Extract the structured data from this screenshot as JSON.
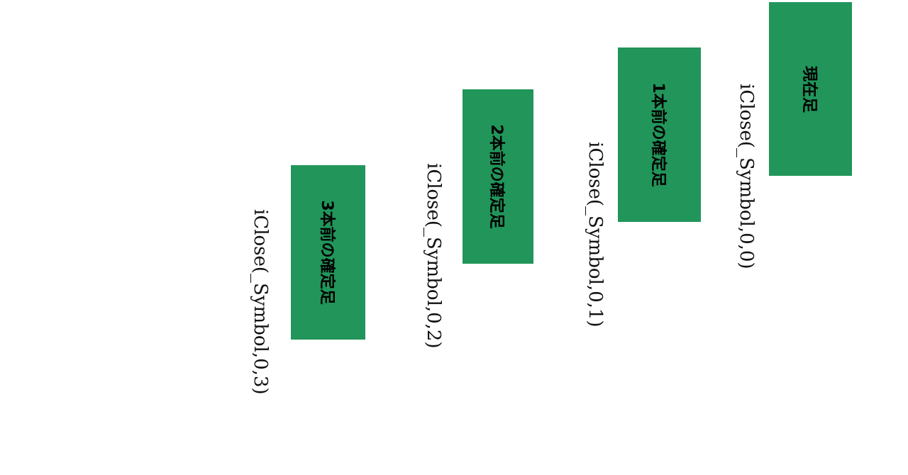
{
  "colors": {
    "box_fill": "#21955a",
    "background": "#ffffff",
    "text": "#000000"
  },
  "candles": [
    {
      "box_label": "現在足",
      "code": "iClose(_Symbol,0,0)"
    },
    {
      "box_label": "1本前の確定足",
      "code": "iClose(_Symbol,0,1)"
    },
    {
      "box_label": "2本前の確定足",
      "code": "iClose(_Symbol,0,2)"
    },
    {
      "box_label": "3本前の確定足",
      "code": "iClose(_Symbol,0,3)"
    }
  ]
}
